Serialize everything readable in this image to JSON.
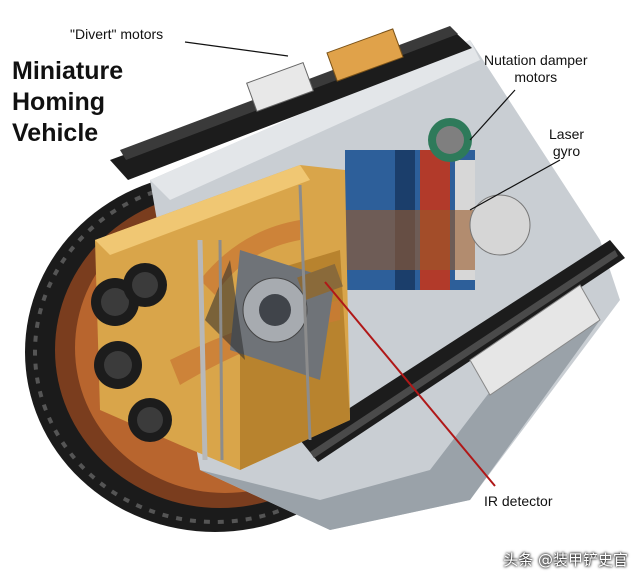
{
  "title": {
    "line1": "Miniature",
    "line2": "Homing",
    "line3": "Vehicle"
  },
  "labels": {
    "divert_motors": "\"Divert\" motors",
    "nutation_damper_motors": {
      "line1": "Nutation damper",
      "line2": "motors"
    },
    "laser_gyro": {
      "line1": "Laser",
      "line2": "gyro"
    },
    "ir_detector": "IR detector"
  },
  "watermark": "头条 @装甲铲史官",
  "colors": {
    "casing_gold": "#d9a54a",
    "frame_black": "#1a1a1a",
    "body_silver": "#c9ced3",
    "rust": "#b5542a",
    "electronics_blue": "#2d5f9a",
    "ir_leader": "#b01818"
  }
}
